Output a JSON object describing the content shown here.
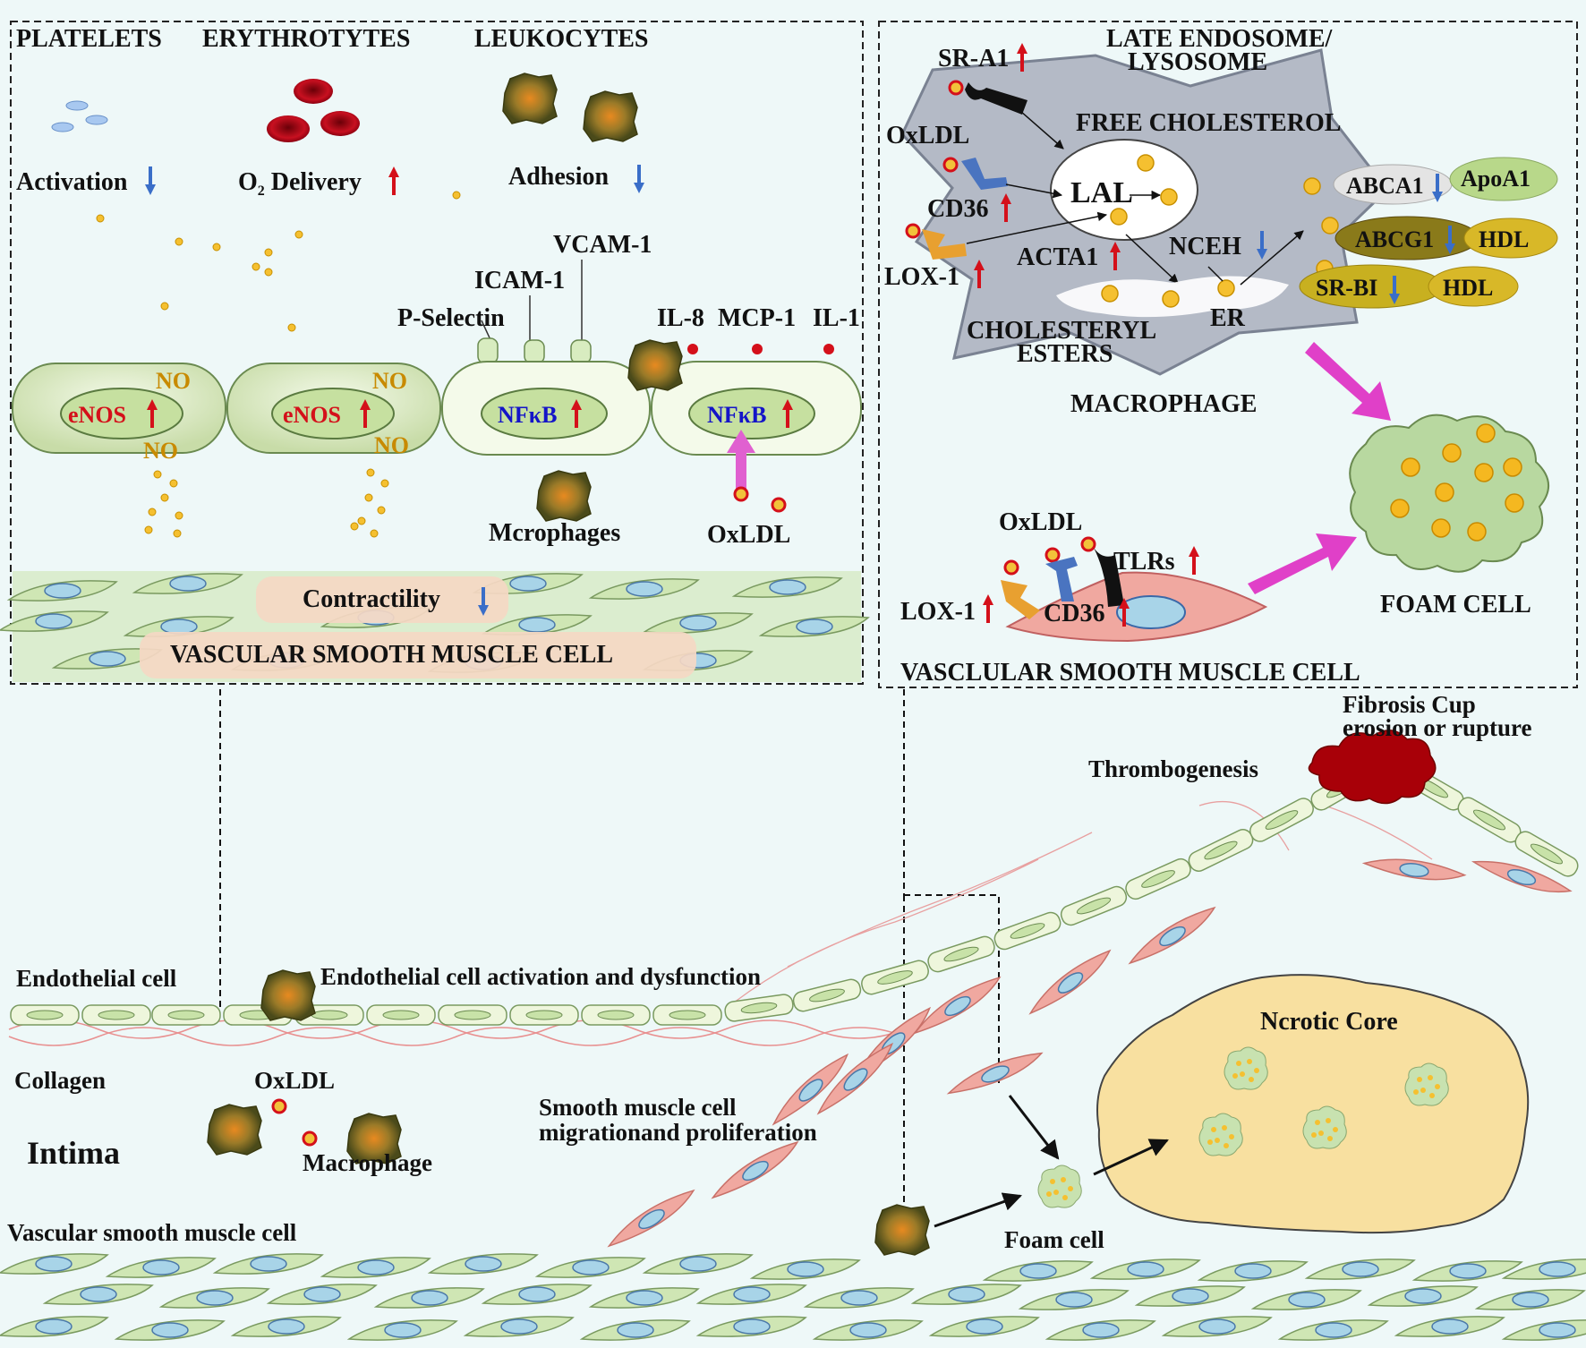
{
  "top_left": {
    "platelets": "PLATELETS",
    "erythrocytes": "ERYTHROTYTES",
    "leukocytes": "LEUKOCYTES",
    "activation": "Activation",
    "o2_delivery_prefix": "O",
    "o2_delivery_sub": "2",
    "o2_delivery_suffix": " Delivery",
    "adhesion": "Adhesion",
    "vcam": "VCAM-1",
    "icam": "ICAM-1",
    "pselectin": "P-Selectin",
    "il8": "IL-8",
    "mcp1": "MCP-1",
    "il1": "IL-1",
    "no": "NO",
    "enos": "eNOS",
    "nfkb": "NFκB",
    "mcrophages": "Mcrophages",
    "oxldl": "OxLDL",
    "contractility": "Contractility",
    "vsmc": "VASCULAR SMOOTH MUSCLE CELL"
  },
  "top_right": {
    "late_endosome_1": "LATE ENDOSOME/",
    "late_endosome_2": "LYSOSOME",
    "sra1": "SR-A1",
    "free_cholesterol": "FREE CHOLESTEROL",
    "oxldl": "OxLDL",
    "lal": "LAL",
    "cd36": "CD36",
    "lox1": "LOX-1",
    "acta1": "ACTA1",
    "nceh": "NCEH",
    "er": "ER",
    "cholesteryl_1": "CHOLESTERYL",
    "cholesteryl_2": "ESTERS",
    "macrophage": "MACROPHAGE",
    "abca1": "ABCA1",
    "apoa1": "ApoA1",
    "abcg1": "ABCG1",
    "hdl": "HDL",
    "srbi": "SR-BI",
    "foam_cell": "FOAM CELL",
    "tlrs": "TLRs",
    "vsmc": "VASCLULAR SMOOTH MUSCLE CELL"
  },
  "bottom": {
    "fibrosis_1": "Fibrosis Cup",
    "fibrosis_2": "erosion or rupture",
    "thrombogenesis": "Thrombogenesis",
    "endothelial_cell": "Endothelial cell",
    "activation_dysfunction": "Endothelial cell activation and dysfunction",
    "ncrotic_core": "Ncrotic Core",
    "collagen": "Collagen",
    "oxldl": "OxLDL",
    "intima": "Intima",
    "macrophage": "Macrophage",
    "smc_1": "Smooth muscle cell",
    "smc_2": "migrationand proliferation",
    "vsmc": "Vascular smooth muscle cell",
    "foam_cell": "Foam cell"
  },
  "colors": {
    "background": "#eef8f8",
    "cell_fill": "#d8ecc0",
    "nucleus": "#a8d4e8",
    "macrophage_bg": "#b8bec8",
    "smc_pink": "#f0a8a0",
    "thrombus": "#a80000",
    "core": "#f8e0a0",
    "arrow_up": "#d4101a",
    "arrow_down": "#3a6ec8",
    "magenta": "#e040c8"
  }
}
